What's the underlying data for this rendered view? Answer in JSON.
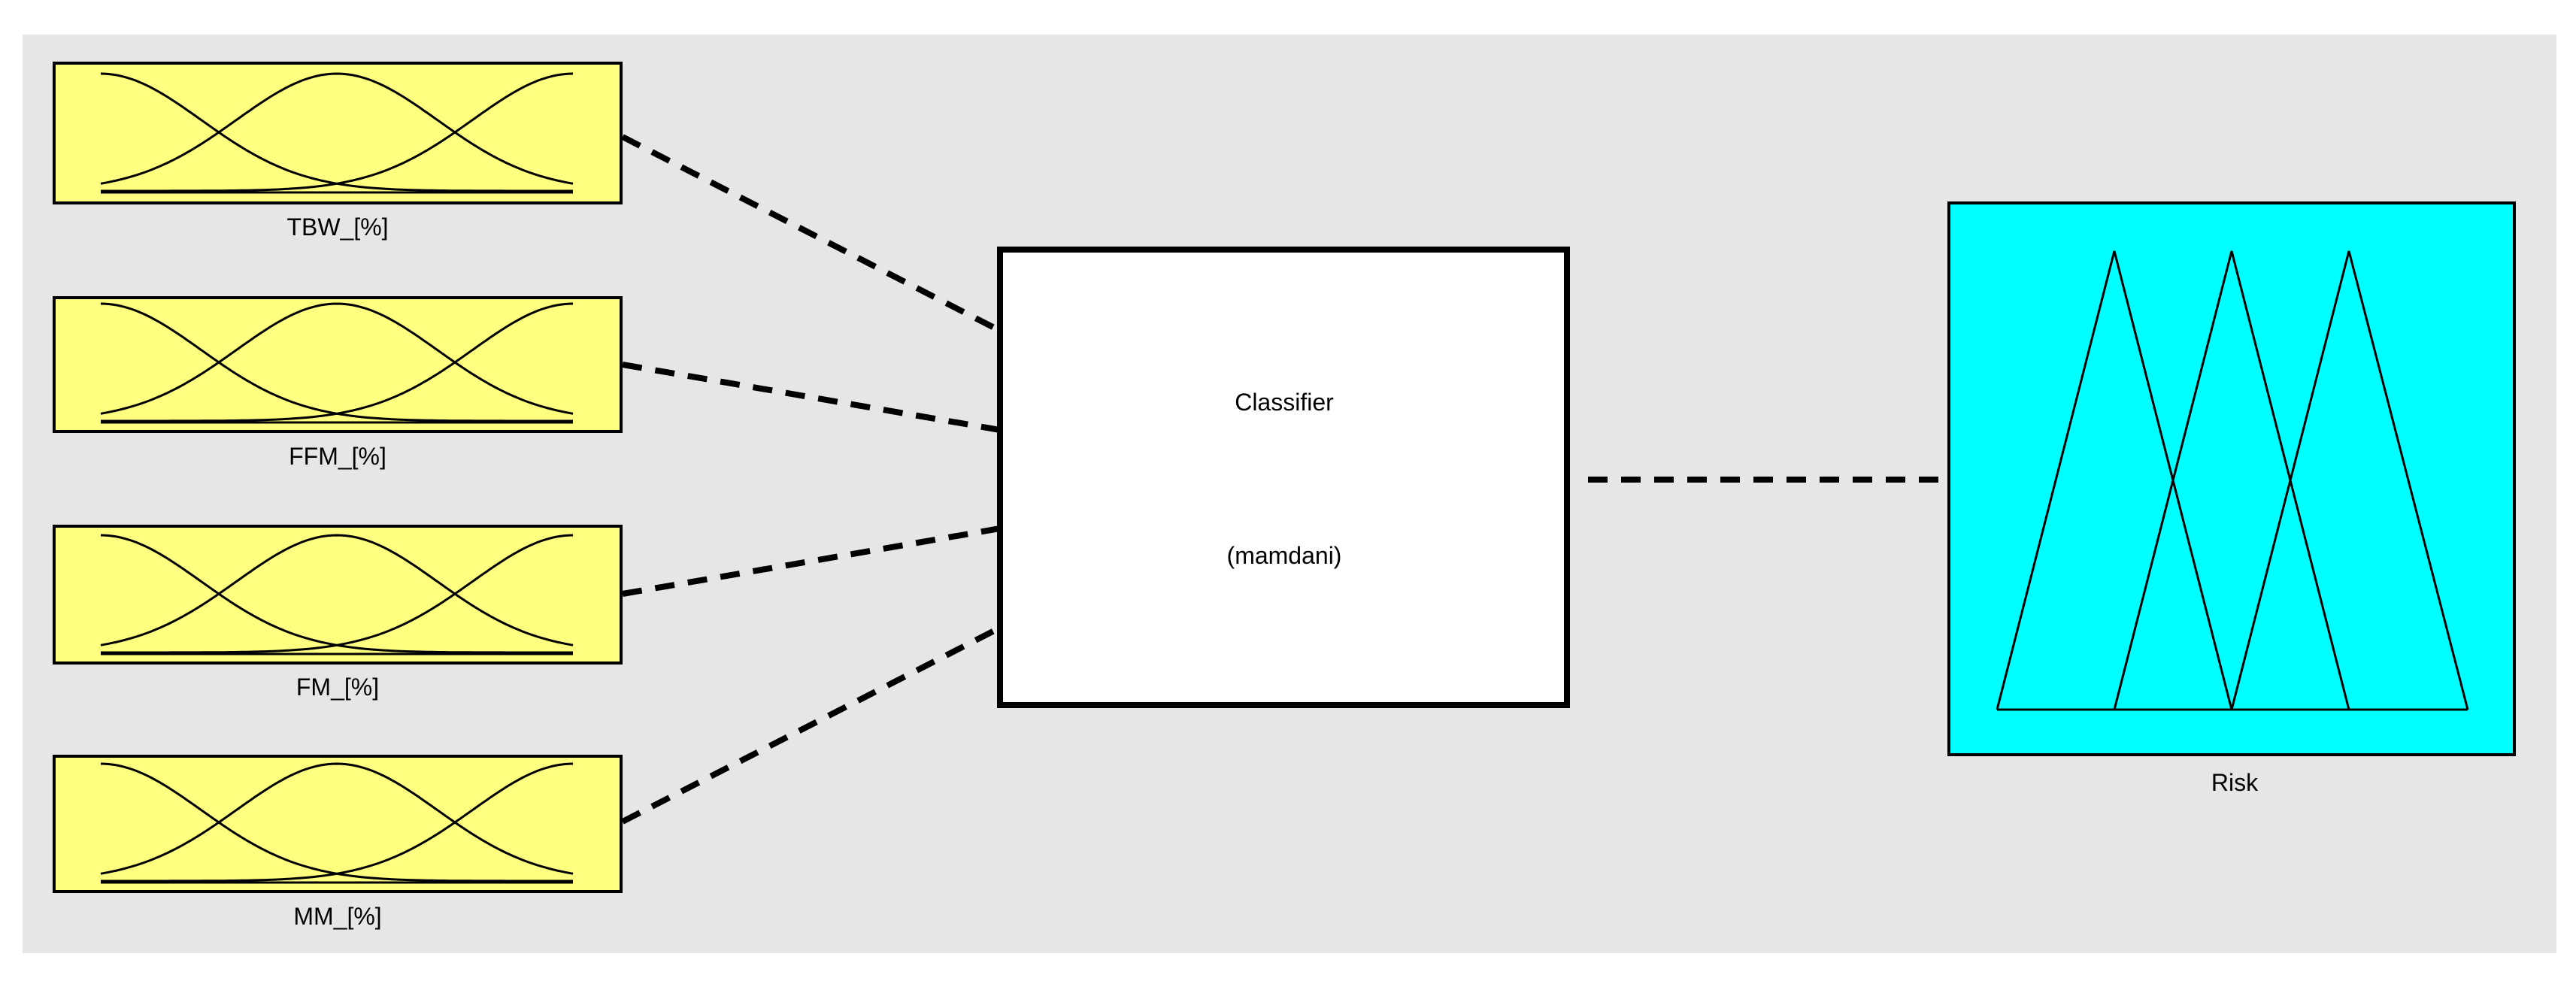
{
  "inputs": [
    {
      "label": "TBW_[%]",
      "membership": "gaussian"
    },
    {
      "label": "FFM_[%]",
      "membership": "gaussian"
    },
    {
      "label": "FM_[%]",
      "membership": "gaussian"
    },
    {
      "label": "MM_[%]",
      "membership": "gaussian"
    }
  ],
  "system": {
    "name": "Classifier",
    "type": "(mamdani)"
  },
  "output": {
    "label": "Risk",
    "membership": "triangular"
  },
  "colors": {
    "background": "#e6e6e6",
    "input_fill": "#ffff80",
    "system_fill": "#ffffff",
    "output_fill": "#00ffff",
    "stroke": "#000000"
  }
}
